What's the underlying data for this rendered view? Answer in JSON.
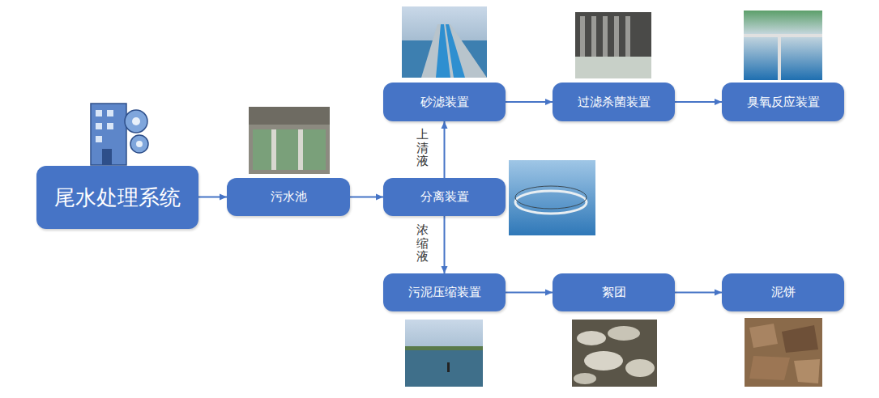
{
  "diagram": {
    "nodes": [
      {
        "text": [
          "尾水处理系统"
        ]
      },
      {
        "text": [
          "污水池"
        ]
      },
      {
        "text": [
          "砂滤装置"
        ]
      },
      {
        "text": [
          "过滤杀菌装置"
        ]
      },
      {
        "text": [
          "臭氧反应装置"
        ]
      },
      {
        "text": [
          "分离装置"
        ]
      },
      {
        "text": [
          "污泥压缩装置"
        ]
      },
      {
        "text": [
          "絮团"
        ]
      },
      {
        "text": [
          "泥饼"
        ]
      }
    ],
    "edges": [
      {
        "from": 0,
        "to": 1,
        "arrow": "to"
      },
      {
        "from": 1,
        "to": 5,
        "arrow": "to"
      },
      {
        "from": 5,
        "to": 2,
        "label": "上清液",
        "arrow": "to"
      },
      {
        "from": 2,
        "to": 3,
        "arrow": "to"
      },
      {
        "from": 3,
        "to": 4,
        "arrow": "to"
      },
      {
        "from": 5,
        "to": 6,
        "label": "浓缩液",
        "arrow": "to"
      },
      {
        "from": 6,
        "to": 7,
        "arrow": "to"
      },
      {
        "from": 7,
        "to": 8,
        "arrow": "to"
      }
    ]
  }
}
